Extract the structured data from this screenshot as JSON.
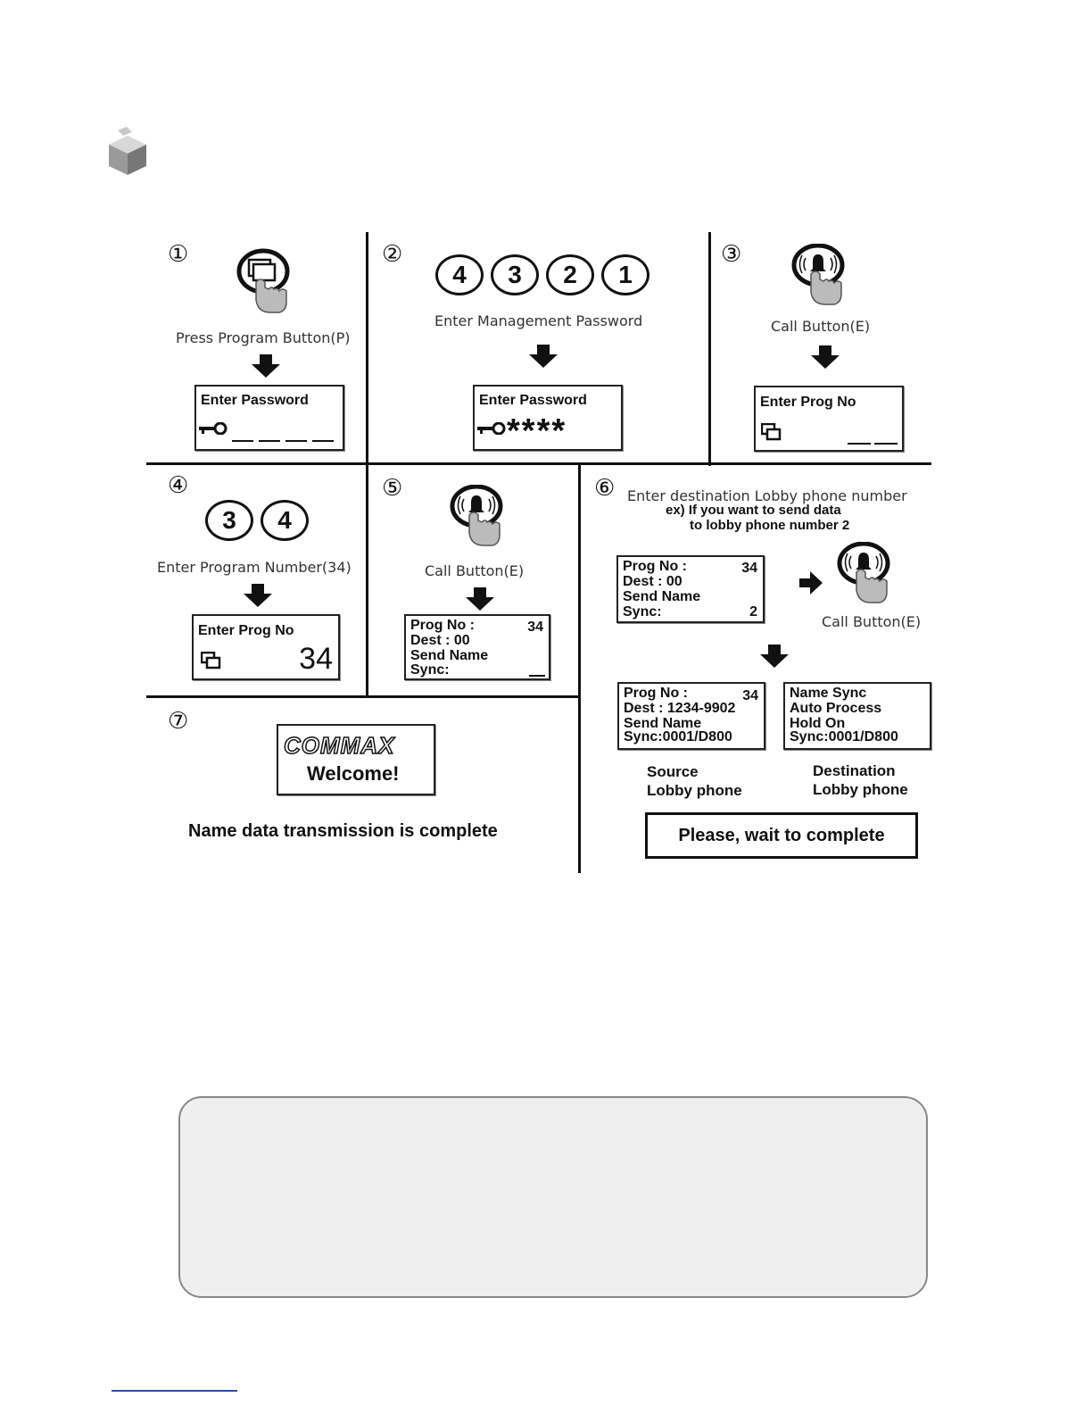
{
  "steps": {
    "s1": {
      "num": "①",
      "caption": "Press Program Button(P)",
      "lcd_title": "Enter Password"
    },
    "s2": {
      "num": "②",
      "digits": [
        "4",
        "3",
        "2",
        "1"
      ],
      "caption": "Enter Management Password",
      "lcd_title": "Enter Password",
      "lcd_mask": "****"
    },
    "s3": {
      "num": "③",
      "caption": "Call Button(E)",
      "lcd_title": "Enter Prog  No"
    },
    "s4": {
      "num": "④",
      "digits": [
        "3",
        "4"
      ],
      "caption": "Enter Program Number(34)",
      "lcd_title": "Enter Prog  No",
      "lcd_value": "34"
    },
    "s5": {
      "num": "⑤",
      "caption": "Call Button(E)",
      "lcd_lines": [
        "Prog No :",
        "Dest : 00",
        "Send Name",
        "Sync:"
      ],
      "lcd_value": "34"
    },
    "s6": {
      "num": "⑥",
      "caption": "Enter destination Lobby phone number",
      "example1": "ex) If you want to send data",
      "example2": "to lobby phone number 2",
      "lcd_a_lines": [
        "Prog No :",
        "Dest : 00",
        "Send Name",
        "Sync:"
      ],
      "lcd_a_value": "34",
      "lcd_a_sync": "2",
      "call_caption": "Call Button(E)",
      "lcd_src_lines": [
        "Prog No :",
        "Dest : 1234-9902",
        "Send Name",
        "Sync:0001/D800"
      ],
      "lcd_src_value": "34",
      "lcd_dst_lines": [
        "Name Sync",
        "Auto Process",
        "Hold On",
        "Sync:0001/D800"
      ],
      "source_label1": "Source",
      "source_label2": "Lobby phone",
      "dest_label1": "Destination",
      "dest_label2": "Lobby phone",
      "wait_text": "Please, wait to complete"
    },
    "s7": {
      "num": "⑦",
      "logo": "COMMAX",
      "welcome": "Welcome!",
      "caption": "Name data transmission is complete"
    }
  }
}
